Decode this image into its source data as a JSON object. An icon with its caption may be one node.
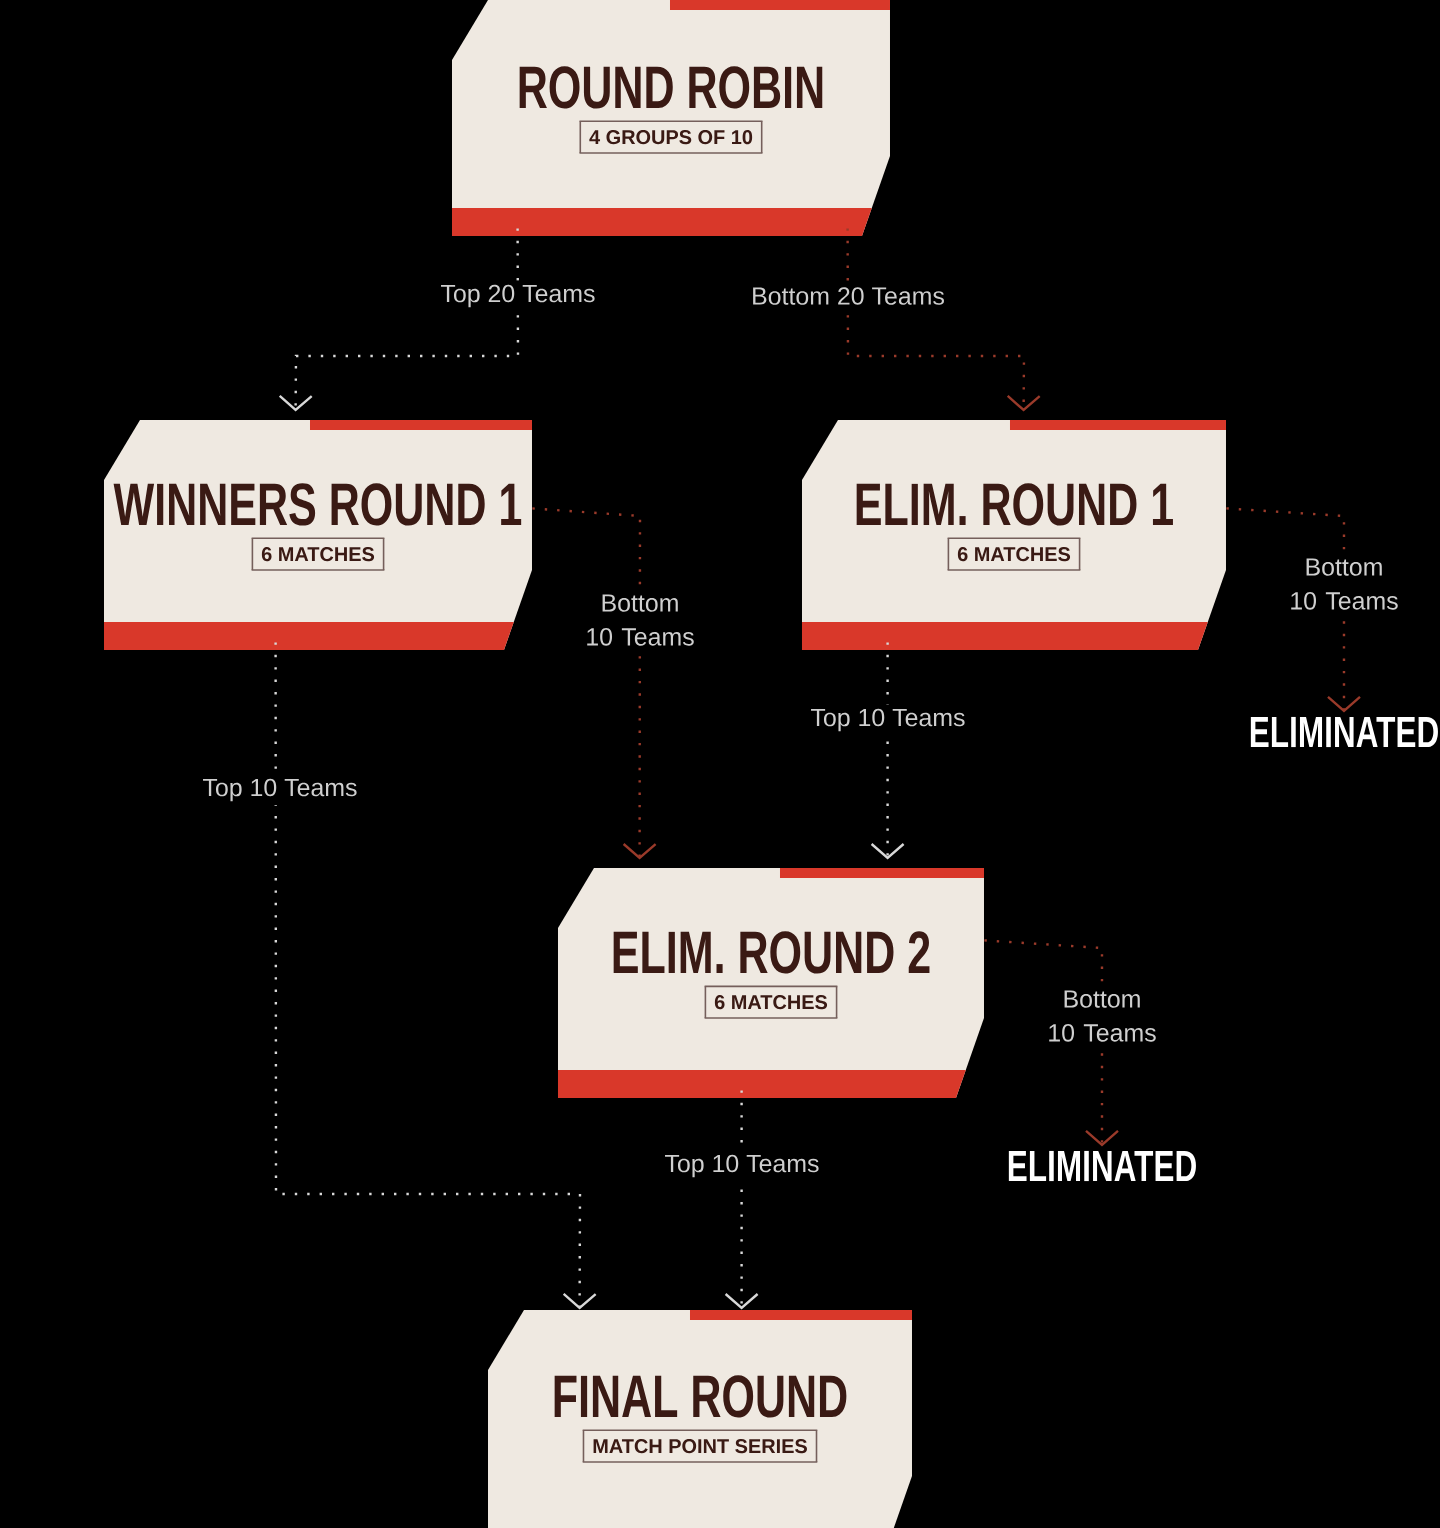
{
  "diagram": {
    "nodes": [
      {
        "text": [
          "ROUND ROBIN",
          "4 GROUPS OF 10"
        ]
      },
      {
        "text": [
          "WINNERS ROUND 1",
          "6 MATCHES"
        ]
      },
      {
        "text": [
          "ELIM. ROUND 1",
          "6 MATCHES"
        ]
      },
      {
        "text": [
          "ELIMINATED"
        ]
      },
      {
        "text": [
          "ELIM. ROUND 2",
          "6 MATCHES"
        ]
      },
      {
        "text": [
          "ELIMINATED"
        ]
      },
      {
        "text": [
          "FINAL ROUND",
          "MATCH POINT SERIES"
        ]
      }
    ],
    "edges": [
      {
        "from": 0,
        "to": 1,
        "arrow": "to",
        "label": "Top 20 Teams"
      },
      {
        "from": 0,
        "to": 2,
        "arrow": "to",
        "label": "Bottom 20 Teams",
        "color": "#9a3a2a"
      },
      {
        "from": 1,
        "to": 4,
        "arrow": "to",
        "label": "Bottom 10 Teams",
        "color": "#9a3a2a"
      },
      {
        "from": 2,
        "to": 3,
        "arrow": "to",
        "label": "Bottom 10 Teams",
        "color": "#9a3a2a"
      },
      {
        "from": 2,
        "to": 4,
        "arrow": "to",
        "label": "Top 10 Teams"
      },
      {
        "from": 1,
        "to": 6,
        "arrow": "to",
        "label": "Top 10 Teams"
      },
      {
        "from": 4,
        "to": 5,
        "arrow": "to",
        "label": "Bottom 10 Teams",
        "color": "#9a3a2a"
      },
      {
        "from": 4,
        "to": 6,
        "arrow": "to",
        "label": "Top 10 Teams"
      }
    ]
  }
}
